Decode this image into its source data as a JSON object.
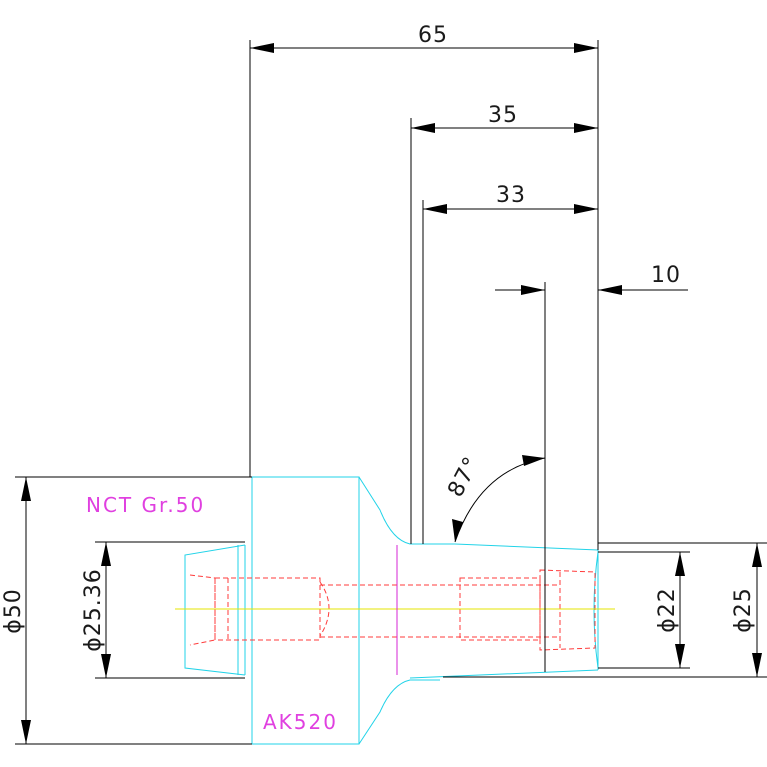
{
  "drawing": {
    "dimensions": {
      "d65": "65",
      "d35": "35",
      "d33": "33",
      "d10": "10",
      "angle": "87°",
      "dia50": "ϕ50",
      "dia2536": "ϕ25.36",
      "dia22": "ϕ22",
      "dia25": "ϕ25"
    },
    "labels": {
      "holder": "NCT Gr.50",
      "tool": "AK520"
    },
    "colors": {
      "holder_label": "#e040e0",
      "tool_label": "#e040e0",
      "outline": "#22d3e8",
      "hidden": "#ff3b3b",
      "centre": "#e6e600",
      "dimension": "#000000"
    }
  }
}
